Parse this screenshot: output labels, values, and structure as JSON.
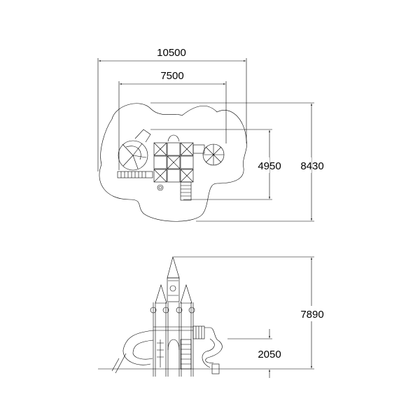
{
  "top_view": {
    "overall_width": "10500",
    "structure_width": "7500",
    "overall_depth": "8430",
    "structure_depth": "4950"
  },
  "front_view": {
    "overall_height": "7890",
    "platform_height": "2050"
  }
}
